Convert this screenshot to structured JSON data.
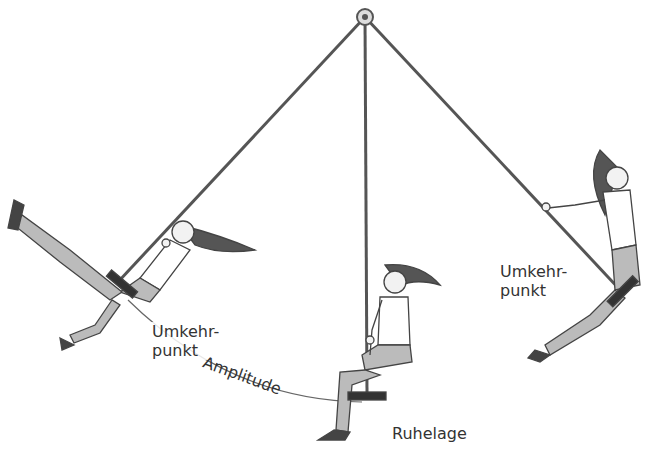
{
  "diagram": {
    "labels": [
      "Umkehr- punkt",
      "Amplitude",
      "Ruhelage",
      "Umkehr- punkt"
    ]
  }
}
